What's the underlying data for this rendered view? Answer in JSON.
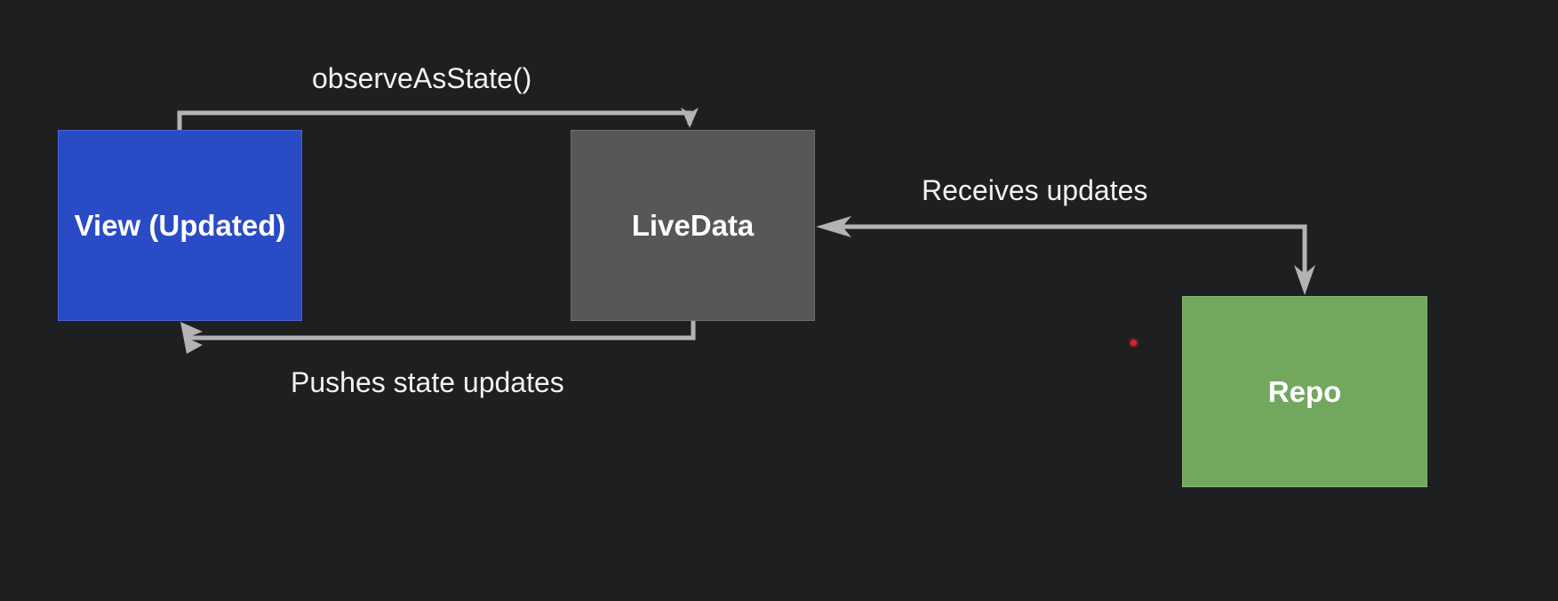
{
  "nodes": {
    "view": {
      "label": "View (Updated)",
      "color": "#2a4bc6"
    },
    "livedata": {
      "label": "LiveData",
      "color": "#575757"
    },
    "repo": {
      "label": "Repo",
      "color": "#72a85e"
    }
  },
  "edges": {
    "observe": {
      "label": "observeAsState()",
      "from": "view",
      "to": "livedata"
    },
    "pushes": {
      "label": "Pushes state updates",
      "from": "livedata",
      "to": "view"
    },
    "receives": {
      "label": "Receives updates",
      "between": [
        "livedata",
        "repo"
      ]
    }
  },
  "colors": {
    "background": "#1e1f20",
    "connector": "#b3b3b3",
    "pointer": "#d9242a"
  }
}
